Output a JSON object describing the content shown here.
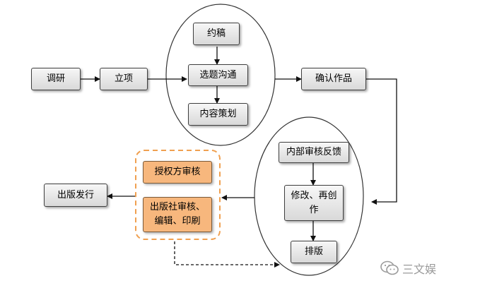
{
  "nodes": {
    "diaoyan": "调研",
    "lixiang": "立项",
    "yuegao": "约稿",
    "xuanti": "选题沟通",
    "neirong": "内容策划",
    "queren": "确认作品",
    "neibu": "内部审核反馈",
    "xiugai_line1": "修改、再创",
    "xiugai_line2": "作",
    "paiban": "排版",
    "shouquan": "授权方审核",
    "chubanshe_line1": "出版社审核、",
    "chubanshe_line2": "编辑、印刷",
    "faxing": "出版发行"
  },
  "watermark": {
    "text": "三文娱",
    "icon": "wechat-icon"
  },
  "colors": {
    "orange_fill": "#f7b77d",
    "orange_dash": "#f0a050"
  }
}
